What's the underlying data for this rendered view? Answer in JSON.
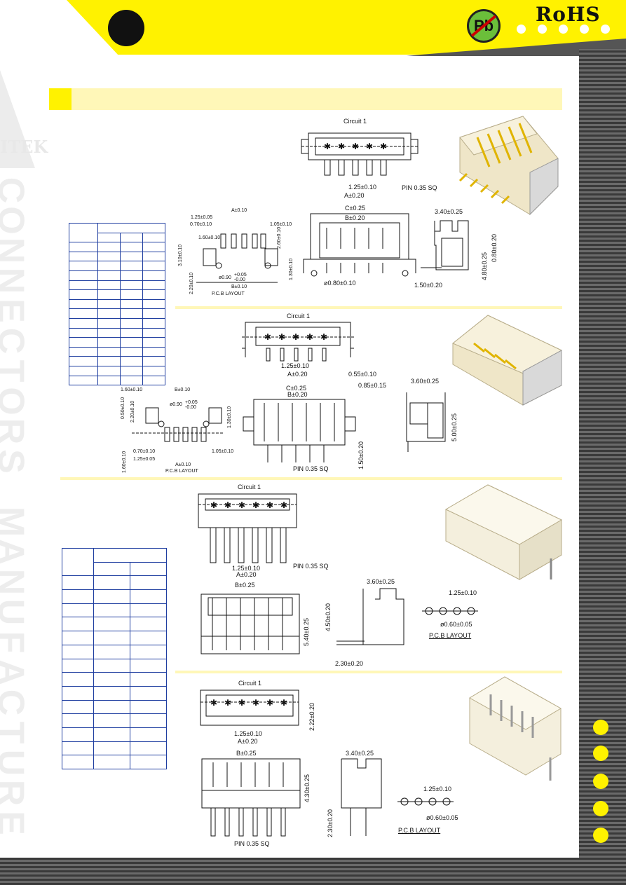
{
  "header": {
    "rohs_label": "RoHS",
    "pb_label": "Pb",
    "accent_color": "#fff200",
    "stripe_color": "#4a4a4a"
  },
  "brand": {
    "logo_fragment": "ITEK",
    "watermark_letters": [
      "C",
      "O",
      "N",
      "N",
      "E",
      "C",
      "T",
      "O",
      "R",
      "S",
      " ",
      "M",
      "A",
      "N",
      "U",
      "F",
      "A",
      "C",
      "T",
      "U",
      "R",
      "E"
    ]
  },
  "section1": {
    "top_view": {
      "circuit": "Circuit  1",
      "pitch": "1.25±0.10",
      "a_dim": "A±0.20",
      "pin": "PIN  0.35  SQ"
    },
    "pcb": {
      "a": "A±0.10",
      "d125": "1.25±0.05",
      "d070": "0.70±0.10",
      "d105": "1.05±0.10",
      "d160": "1.60±0.10",
      "d260": "2.60±0.10",
      "d310": "3.10±0.10",
      "d220": "2.20±0.10",
      "d130": "1.30±0.10",
      "hole": "ø0.90",
      "hole_tol_plus": "+0.05",
      "hole_tol_minus": "-0.00",
      "b": "B±0.10",
      "caption": "P.C.B  LAYOUT"
    },
    "front_view": {
      "c": "C±0.25",
      "b": "B±0.20",
      "hole": "ø0.80±0.10"
    },
    "side_view": {
      "w": "3.40±0.25",
      "h1": "4.80±0.25",
      "h2": "0.80±0.20",
      "foot": "1.50±0.20"
    }
  },
  "section2": {
    "top_view": {
      "circuit": "Circuit  1",
      "pitch": "1.25±0.10",
      "a_dim": "A±0.20",
      "tail": "0.55±0.10",
      "side": "0.85±0.15"
    },
    "pcb": {
      "d160": "1.60±0.10",
      "b": "B±0.10",
      "d050": "0.50±0.10",
      "d220": "2.20±0.10",
      "hole": "ø0.90",
      "hole_tol_plus": "+0.05",
      "hole_tol_minus": "-0.00",
      "d130": "1.30±0.10",
      "d070": "0.70±0.10",
      "d125": "1.25±0.05",
      "d105": "1.05±0.10",
      "d160b": "1.60±0.10",
      "a": "A±0.10",
      "caption": "P.C.B  LAYOUT"
    },
    "front_view": {
      "c": "C±0.25",
      "b": "B±0.20",
      "pin": "PIN  0.35  SQ",
      "h": "1.50±0.20"
    },
    "side_view": {
      "w": "3.60±0.25",
      "h": "5.00±0.25"
    }
  },
  "section3": {
    "top_view": {
      "circuit": "Circuit  1",
      "pitch": "1.25±0.10",
      "a_dim": "A±0.20",
      "pin": "PIN  0.35  SQ"
    },
    "front_view": {
      "b": "B±0.25",
      "h": "5.40±0.25"
    },
    "side_view": {
      "w": "3.60±0.25",
      "h": "4.50±0.20",
      "foot": "2.30±0.20"
    },
    "pcb": {
      "pitch": "1.25±0.10",
      "hole": "ø0.60±0.05",
      "caption": "P.C.B  LAYOUT"
    }
  },
  "section4": {
    "top_view": {
      "circuit": "Circuit  1",
      "pitch": "1.25±0.10",
      "a_dim": "A±0.20",
      "h": "2.22±0.20"
    },
    "front_view": {
      "b": "B±0.25",
      "h": "4.30±0.25",
      "pin": "PIN  0.35  SQ"
    },
    "side_view": {
      "w": "3.40±0.25",
      "foot": "2.30±0.20"
    },
    "pcb": {
      "pitch": "1.25±0.10",
      "hole": "ø0.60±0.05",
      "caption": "P.C.B  LAYOUT"
    }
  }
}
